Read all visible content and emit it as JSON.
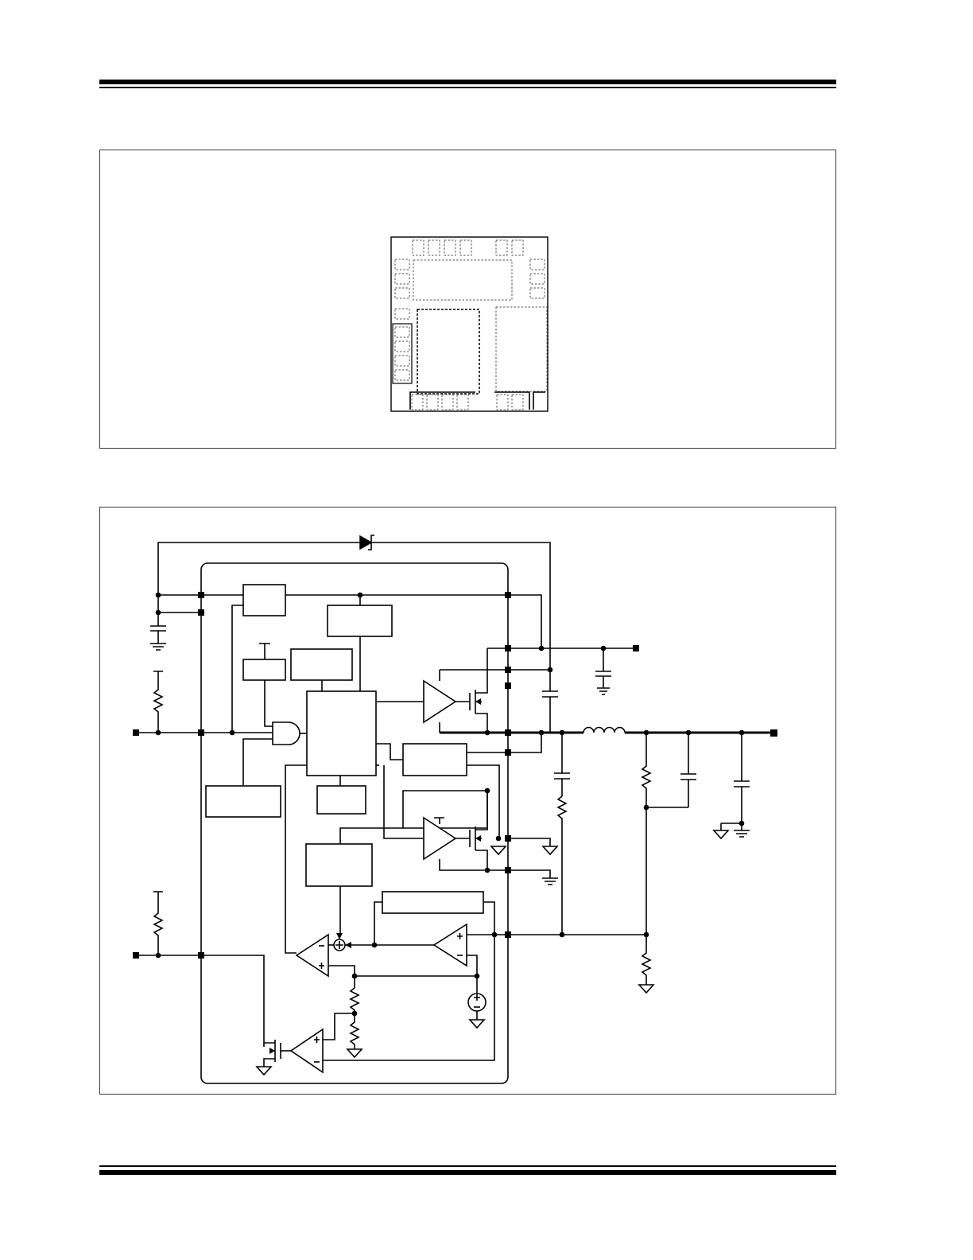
{
  "page": {
    "header_rule": "top-double-rule",
    "footer_rule": "bottom-double-rule"
  },
  "figures": [
    {
      "id": "package-pinout",
      "kind": "package-outline-diagram",
      "text": []
    },
    {
      "id": "typical-application",
      "kind": "schematic",
      "text": []
    }
  ],
  "colors": {
    "line": "#000000",
    "frame": "#3a3a3a",
    "pad_outline": "#555555",
    "background": "#ffffff"
  }
}
